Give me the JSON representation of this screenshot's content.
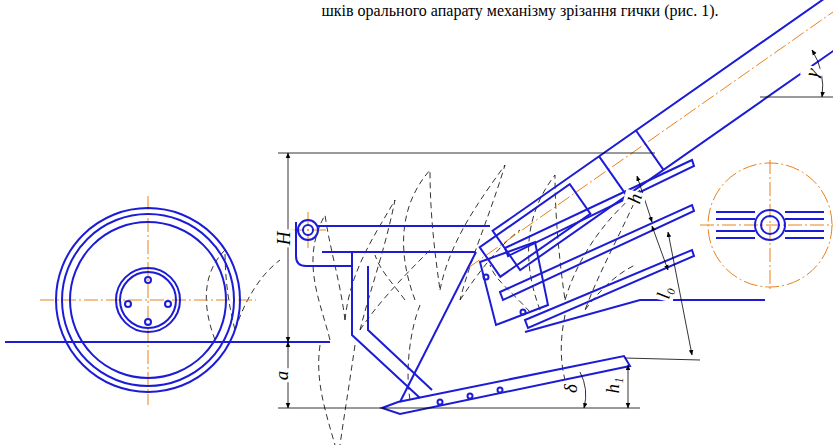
{
  "diagram": {
    "labels": [
      "шків орального апарату механізму зрізання гички (рис. 1).",
      "H",
      "a",
      "h",
      "l₀",
      "h₁",
      "γ",
      "δ"
    ]
  }
}
